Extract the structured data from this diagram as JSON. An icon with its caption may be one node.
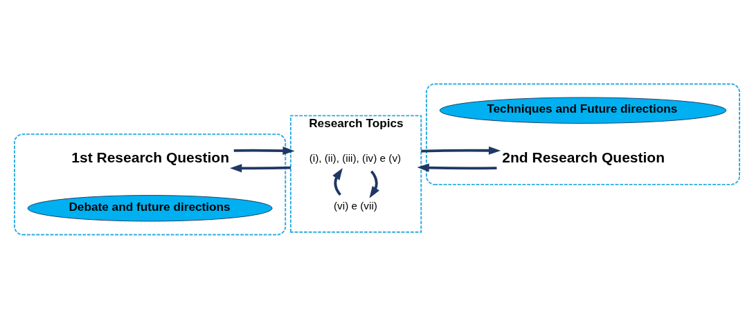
{
  "diagram": {
    "nodes": [
      {
        "text": [],
        "shape": "box"
      },
      {
        "text": [
          "1st Research Question"
        ],
        "in": 0
      },
      {
        "text": [
          "Debate and future directions"
        ],
        "in": 0
      },
      {
        "text": [
          "Research Topics"
        ]
      },
      {
        "text": [
          "(i), (ii), (iii), (iv) e (v)"
        ],
        "in": 3
      },
      {
        "text": [
          "(vi) e (vii)"
        ],
        "in": 3
      },
      {
        "text": [],
        "shape": "box"
      },
      {
        "text": [
          "Techniques and Future directions"
        ],
        "in": 6
      },
      {
        "text": [
          "2nd Research Question"
        ],
        "in": 6
      }
    ],
    "edges": [
      {
        "from": 1,
        "to": 3,
        "arrow": "to"
      },
      {
        "from": 3,
        "to": 1,
        "arrow": "to"
      },
      {
        "from": 4,
        "to": 5,
        "arrow": "to"
      },
      {
        "from": 5,
        "to": 4,
        "arrow": "to"
      },
      {
        "from": 3,
        "to": 8,
        "arrow": "to"
      },
      {
        "from": 8,
        "to": 3,
        "arrow": "to"
      }
    ]
  }
}
